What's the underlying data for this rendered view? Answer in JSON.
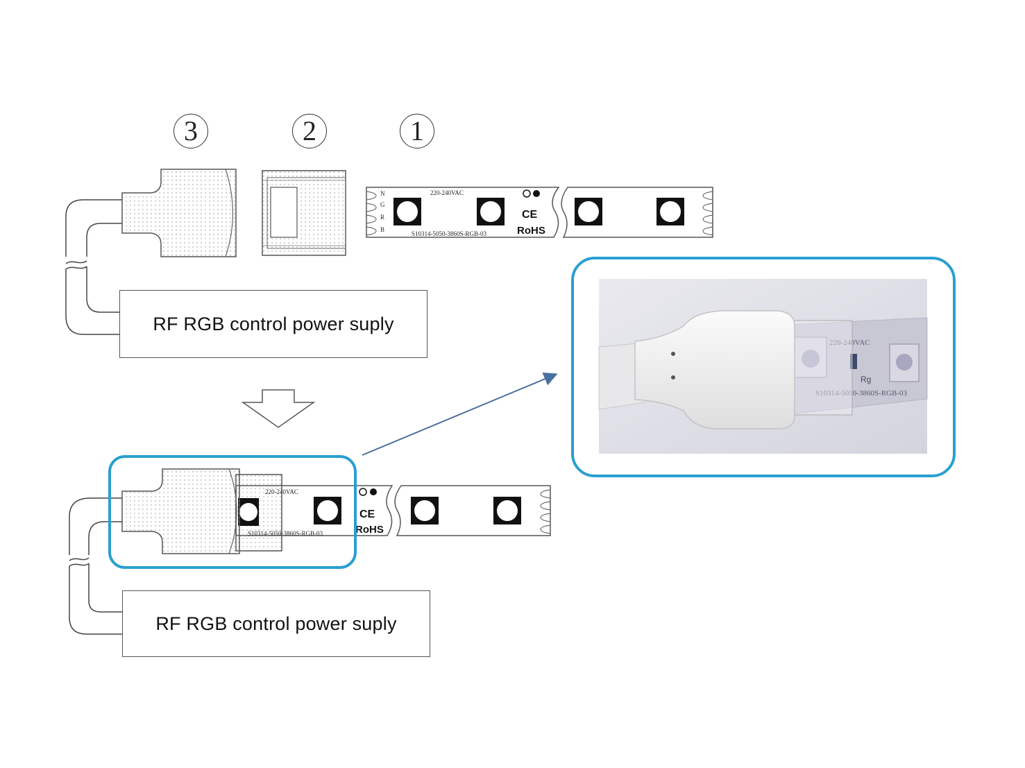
{
  "parts": [
    {
      "id": "part-3",
      "label": "3"
    },
    {
      "id": "part-2",
      "label": "2"
    },
    {
      "id": "part-1",
      "label": "1"
    }
  ],
  "strip": {
    "voltage": "220-240VAC",
    "model": "S10314-5050-3860S-RGB-03",
    "pins": [
      "N",
      "G",
      "R",
      "B"
    ],
    "ce": "CE",
    "rohs": "RoHS"
  },
  "psu_top": {
    "label": "RF RGB control power suply"
  },
  "psu_bottom": {
    "label": "RF RGB control power suply"
  },
  "photo": {
    "voltage": "220-240VAC",
    "model": "S10314-5050-3860S-RGB-03",
    "resistor": "Rg"
  },
  "colors": {
    "highlight": "#2a9fd0",
    "arrow": "#4a6fa0",
    "line": "#444444"
  }
}
